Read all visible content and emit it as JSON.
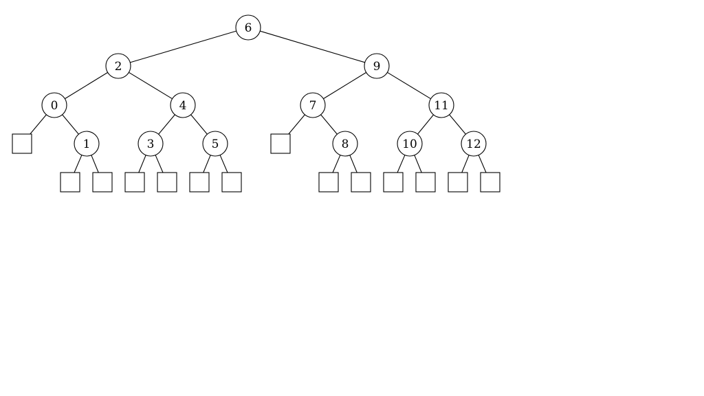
{
  "tree": {
    "nodes": [
      {
        "id": "n6",
        "label": "6",
        "kind": "internal"
      },
      {
        "id": "n2",
        "label": "2",
        "kind": "internal"
      },
      {
        "id": "n9",
        "label": "9",
        "kind": "internal"
      },
      {
        "id": "n0",
        "label": "0",
        "kind": "internal"
      },
      {
        "id": "n4",
        "label": "4",
        "kind": "internal"
      },
      {
        "id": "n7",
        "label": "7",
        "kind": "internal"
      },
      {
        "id": "n11",
        "label": "11",
        "kind": "internal"
      },
      {
        "id": "n1",
        "label": "1",
        "kind": "internal"
      },
      {
        "id": "n3",
        "label": "3",
        "kind": "internal"
      },
      {
        "id": "n5",
        "label": "5",
        "kind": "internal"
      },
      {
        "id": "n8",
        "label": "8",
        "kind": "internal"
      },
      {
        "id": "n10",
        "label": "10",
        "kind": "internal"
      },
      {
        "id": "n12",
        "label": "12",
        "kind": "internal"
      },
      {
        "id": "l0",
        "label": "",
        "kind": "leaf"
      },
      {
        "id": "l7",
        "label": "",
        "kind": "leaf"
      },
      {
        "id": "l1a",
        "label": "",
        "kind": "leaf"
      },
      {
        "id": "l1b",
        "label": "",
        "kind": "leaf"
      },
      {
        "id": "l3a",
        "label": "",
        "kind": "leaf"
      },
      {
        "id": "l3b",
        "label": "",
        "kind": "leaf"
      },
      {
        "id": "l5a",
        "label": "",
        "kind": "leaf"
      },
      {
        "id": "l5b",
        "label": "",
        "kind": "leaf"
      },
      {
        "id": "l8a",
        "label": "",
        "kind": "leaf"
      },
      {
        "id": "l8b",
        "label": "",
        "kind": "leaf"
      },
      {
        "id": "l10a",
        "label": "",
        "kind": "leaf"
      },
      {
        "id": "l10b",
        "label": "",
        "kind": "leaf"
      },
      {
        "id": "l12a",
        "label": "",
        "kind": "leaf"
      },
      {
        "id": "l12b",
        "label": "",
        "kind": "leaf"
      }
    ],
    "edges": [
      [
        "n6",
        "n2"
      ],
      [
        "n6",
        "n9"
      ],
      [
        "n2",
        "n0"
      ],
      [
        "n2",
        "n4"
      ],
      [
        "n9",
        "n7"
      ],
      [
        "n9",
        "n11"
      ],
      [
        "n0",
        "l0"
      ],
      [
        "n0",
        "n1"
      ],
      [
        "n4",
        "n3"
      ],
      [
        "n4",
        "n5"
      ],
      [
        "n7",
        "l7"
      ],
      [
        "n7",
        "n8"
      ],
      [
        "n11",
        "n10"
      ],
      [
        "n11",
        "n12"
      ],
      [
        "n1",
        "l1a"
      ],
      [
        "n1",
        "l1b"
      ],
      [
        "n3",
        "l3a"
      ],
      [
        "n3",
        "l3b"
      ],
      [
        "n5",
        "l5a"
      ],
      [
        "n5",
        "l5b"
      ],
      [
        "n8",
        "l8a"
      ],
      [
        "n8",
        "l8b"
      ],
      [
        "n10",
        "l10a"
      ],
      [
        "n10",
        "l10b"
      ],
      [
        "n12",
        "l12a"
      ],
      [
        "n12",
        "l12b"
      ]
    ]
  }
}
